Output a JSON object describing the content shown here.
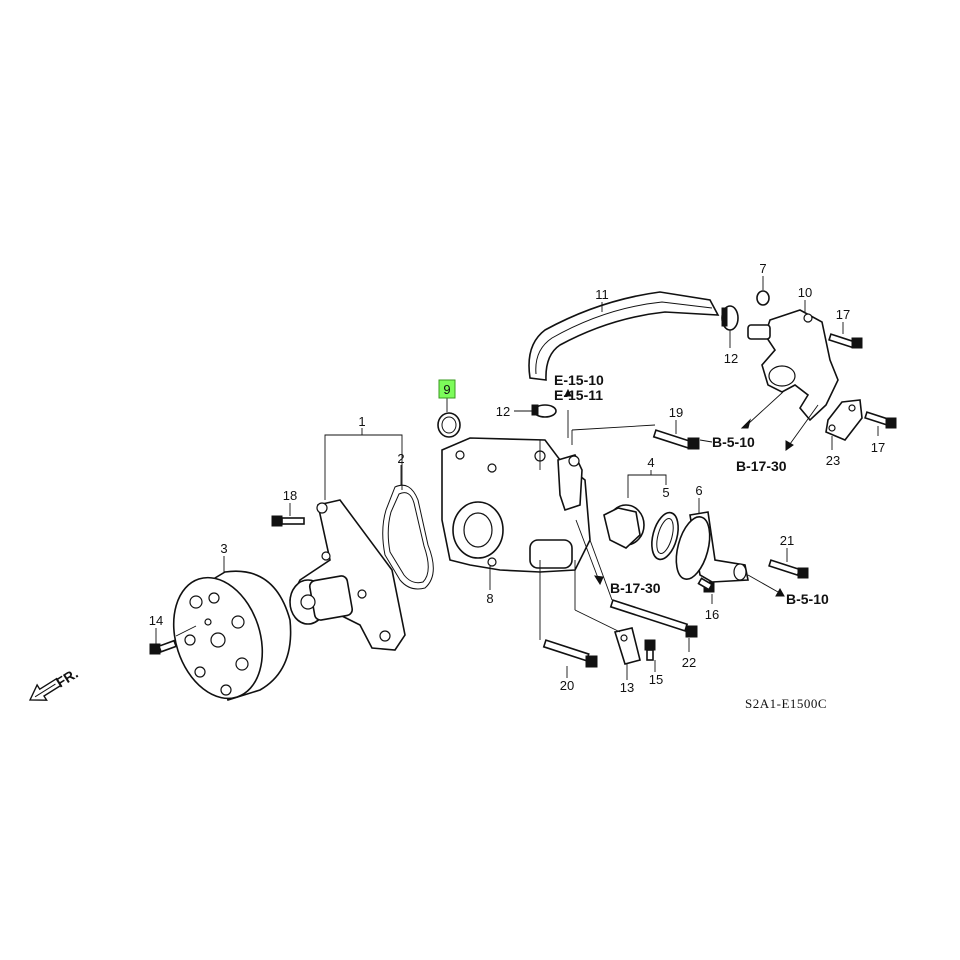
{
  "part_numbers": {
    "p1": "1",
    "p2": "2",
    "p3": "3",
    "p4": "4",
    "p5": "5",
    "p6": "6",
    "p7": "7",
    "p8": "8",
    "p9": "9",
    "p10": "10",
    "p11": "11",
    "p12a": "12",
    "p12b": "12",
    "p13": "13",
    "p14": "14",
    "p15": "15",
    "p16": "16",
    "p17a": "17",
    "p17b": "17",
    "p18": "18",
    "p19": "19",
    "p20": "20",
    "p21": "21",
    "p22": "22",
    "p23": "23"
  },
  "highlighted_part": "9",
  "highlight_color": "#7CFC5A",
  "references": {
    "e1510": "E-15-10",
    "e1511": "E-15-11",
    "b510_top": "B-5-10",
    "b1730_top": "B-17-30",
    "b1730_mid": "B-17-30",
    "b510_bottom": "B-5-10"
  },
  "diagram_code": "S2A1-E1500C",
  "front_indicator": "FR."
}
